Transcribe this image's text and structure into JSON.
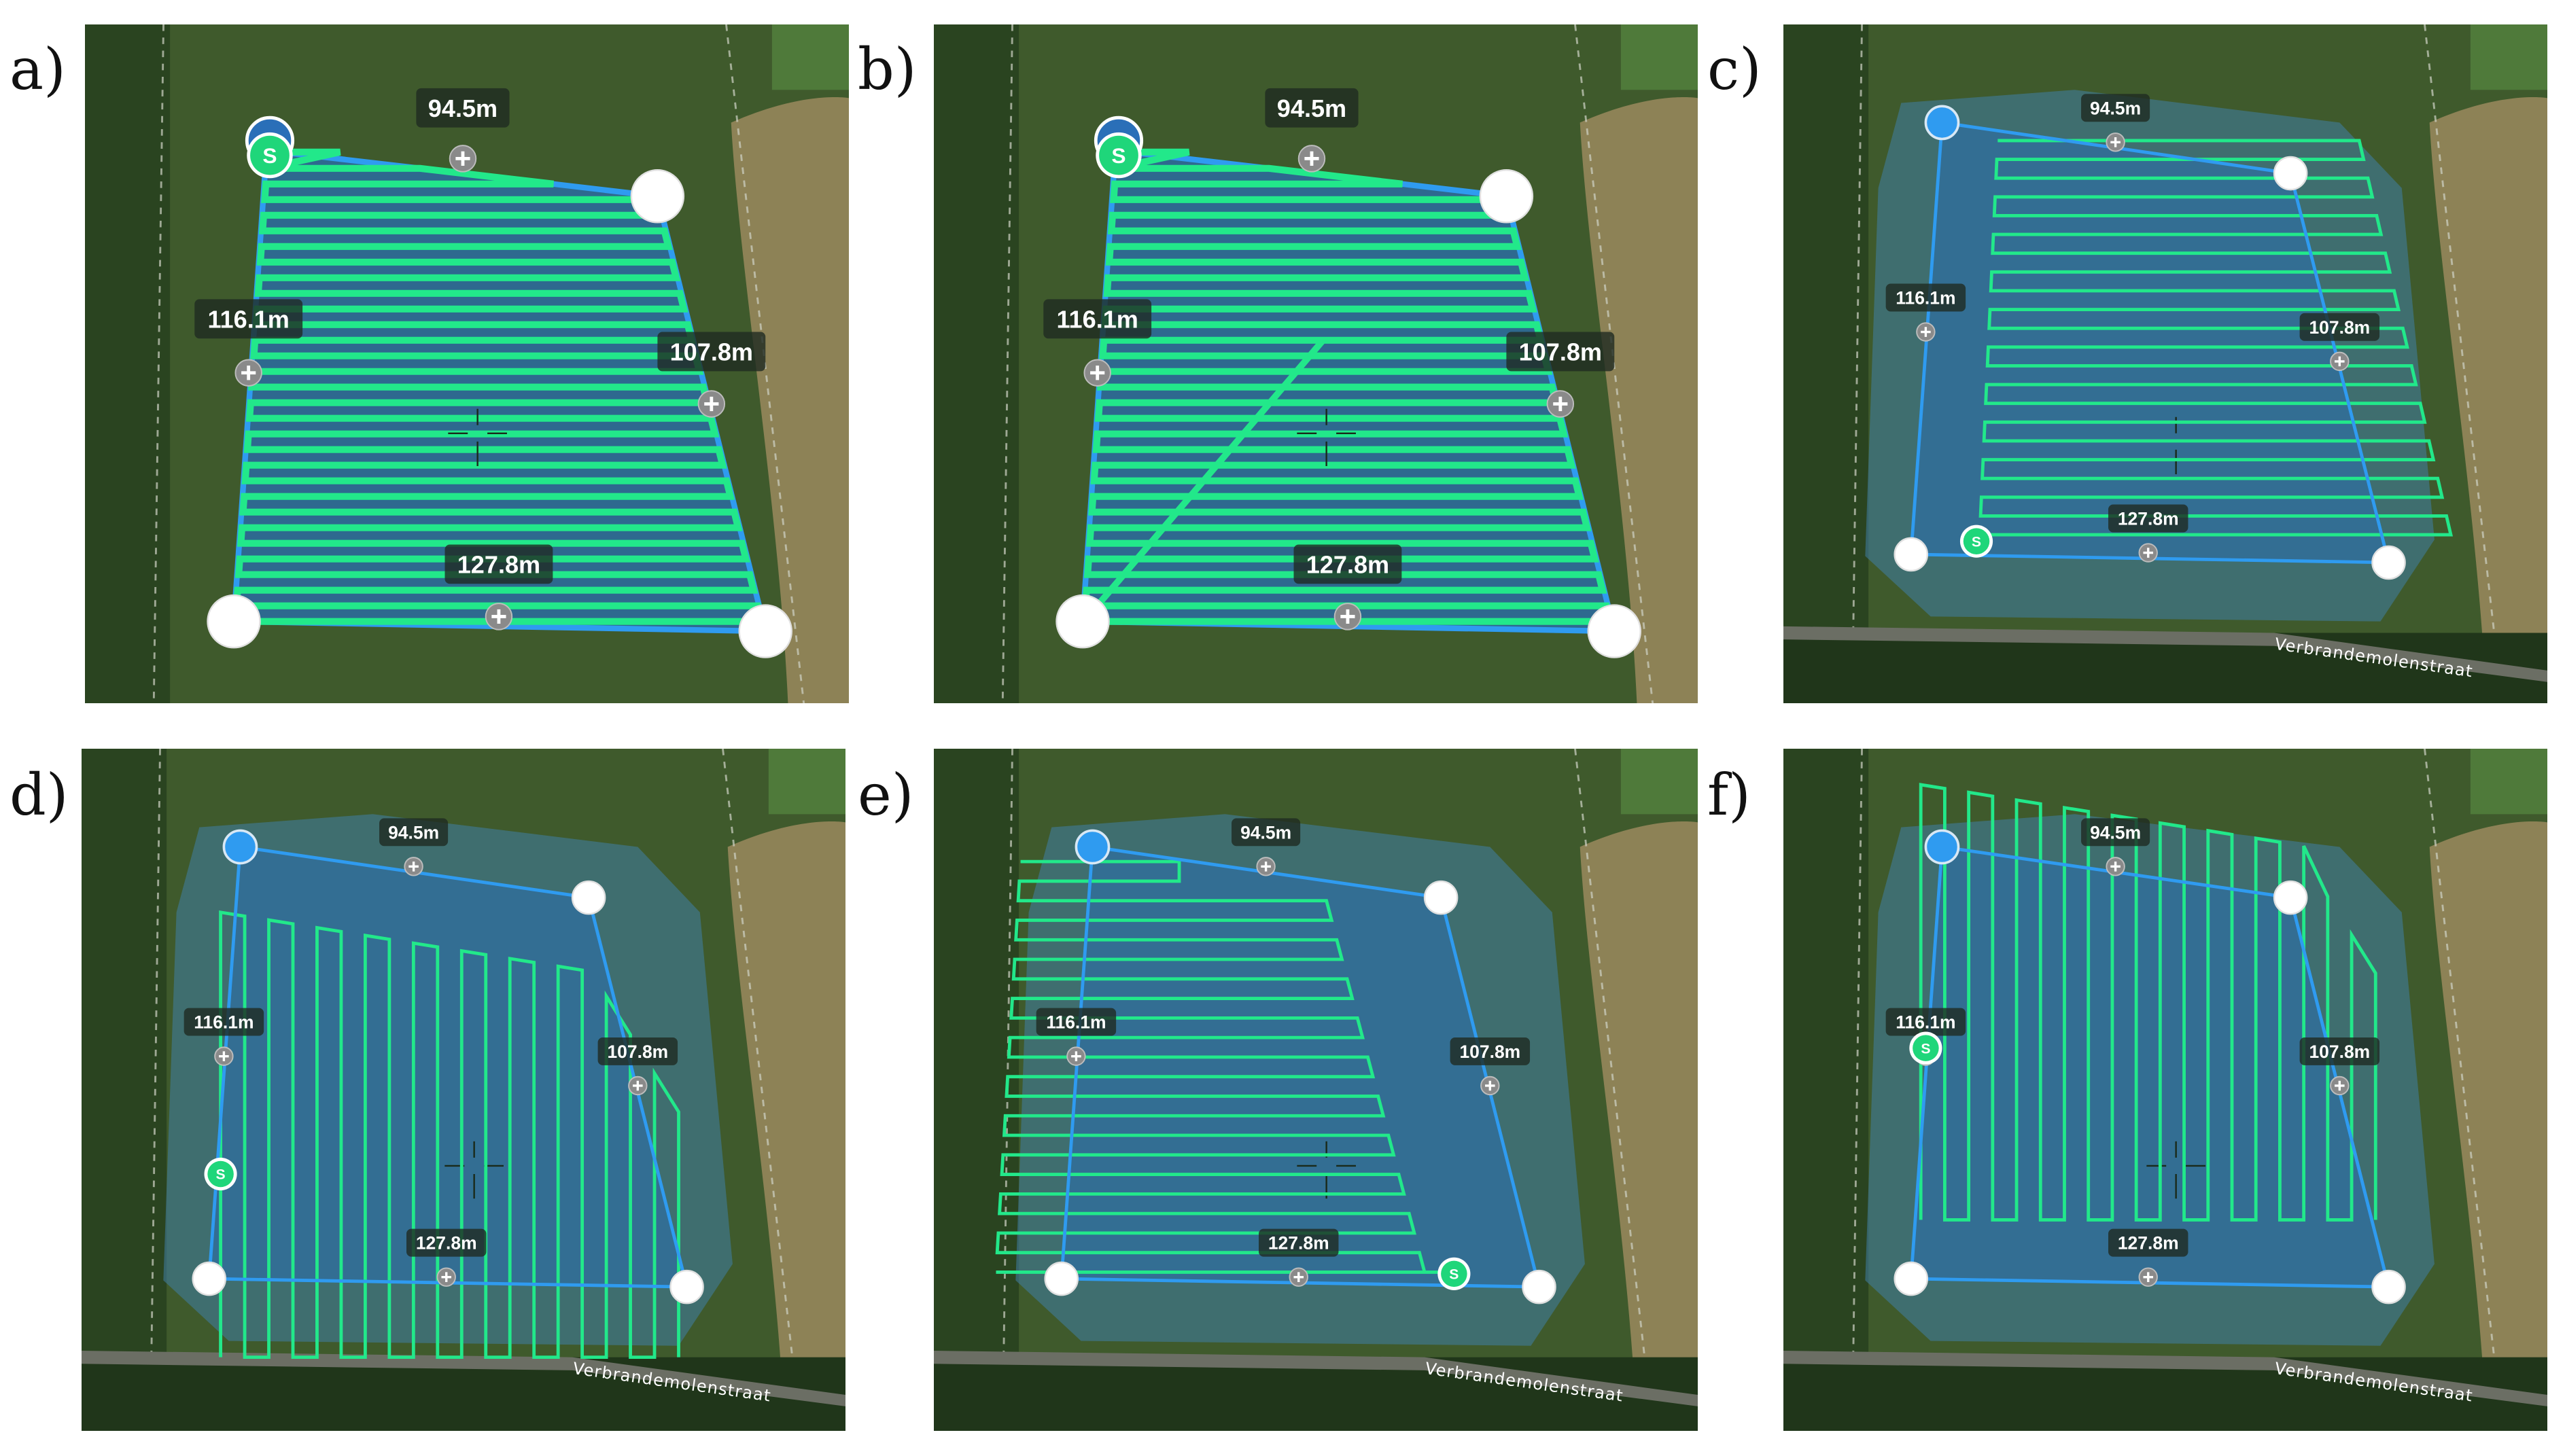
{
  "figure": {
    "road_name": "Verbrandemolenstraat",
    "colors": {
      "flight_path": "#22e88a",
      "boundary": "#2f9bf0",
      "area_fill": "#2a6fb0",
      "buffer_fill": "#3f7fa8",
      "label_bg": "#1f2a22",
      "vertex": "#ffffff",
      "start_vertex": "#2f9bf0",
      "start_marker": "#1fd67a",
      "midpoint": "#8a8a8a",
      "grass": "#3f5a2c",
      "trees": "#2a4420",
      "field": "#9b8a5e"
    },
    "edge_labels": {
      "top": "94.5m",
      "left": "116.1m",
      "right": "107.8m",
      "bottom": "127.8m"
    },
    "start_marker_label": "S",
    "midpoint_symbol": "+"
  },
  "panels": [
    {
      "id": "a",
      "letter": "a)",
      "pattern": "horizontal-dense",
      "buffer": false,
      "start_corner": "top-left"
    },
    {
      "id": "b",
      "letter": "b)",
      "pattern": "horizontal-dense-with-return",
      "buffer": false,
      "start_corner": "top-left"
    },
    {
      "id": "c",
      "letter": "c)",
      "pattern": "horizontal-offset-right",
      "buffer": true,
      "start_corner": "bottom-left"
    },
    {
      "id": "d",
      "letter": "d)",
      "pattern": "vertical-offset-down",
      "buffer": true,
      "start_corner": "left-side"
    },
    {
      "id": "e",
      "letter": "e)",
      "pattern": "horizontal-offset-left",
      "buffer": true,
      "start_corner": "bottom-right"
    },
    {
      "id": "f",
      "letter": "f)",
      "pattern": "vertical-offset-up",
      "buffer": true,
      "start_corner": "left-side"
    }
  ]
}
